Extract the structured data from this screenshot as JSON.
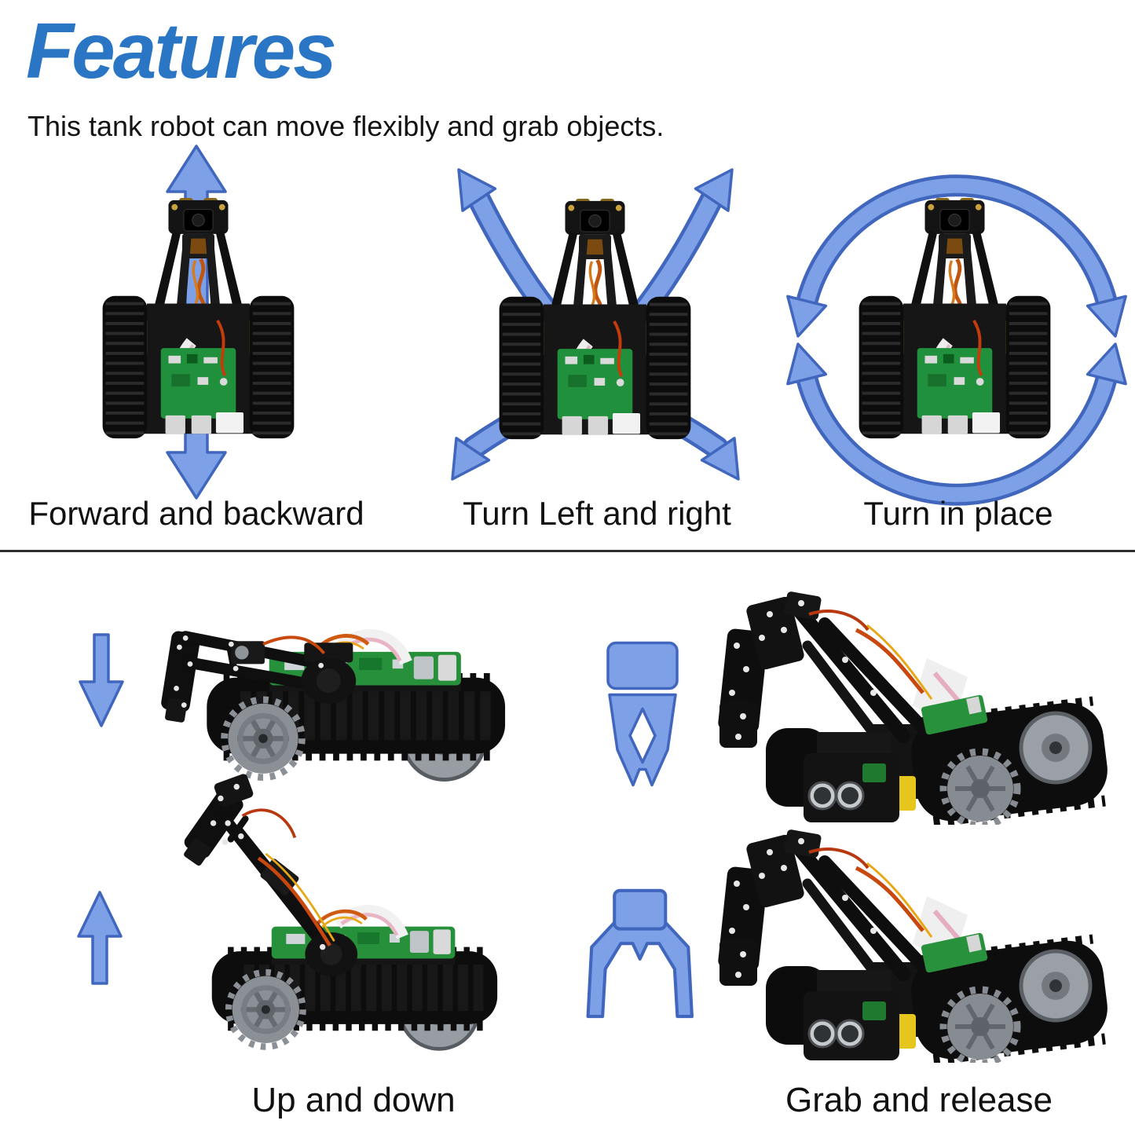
{
  "page": {
    "title": "Features",
    "subtitle": "This tank robot can move flexibly and grab objects."
  },
  "colors": {
    "title_blue": "#2a76c5",
    "arrow_fill": "#7da0e6",
    "arrow_outline": "#4066bd",
    "divider": "#2e2e2e",
    "caption_text": "#111111"
  },
  "movement_features": [
    {
      "caption": "Forward and backward",
      "arrow_icon": "double-vertical-arrow-icon"
    },
    {
      "caption": "Turn Left and right",
      "arrow_icon": "four-curved-arrows-icon"
    },
    {
      "caption": "Turn in place",
      "arrow_icon": "rotate-in-place-arrows-icon"
    }
  ],
  "action_features": [
    {
      "caption": "Up and down",
      "icons": [
        "down-arrow-icon",
        "up-arrow-icon"
      ]
    },
    {
      "caption": "Grab and release",
      "icons": [
        "gripper-closed-icon",
        "gripper-open-icon"
      ]
    }
  ]
}
